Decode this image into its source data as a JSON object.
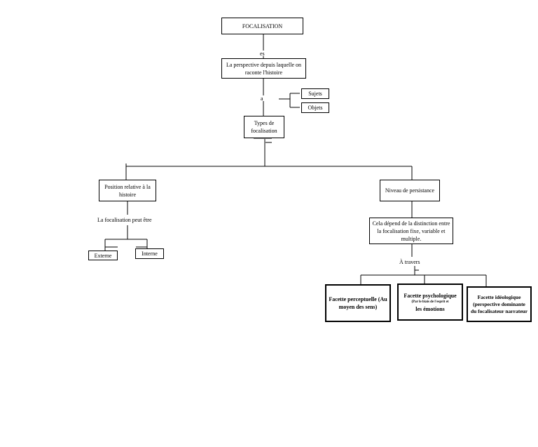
{
  "diagram": {
    "root": "FOCALISATION",
    "edge_es": "es",
    "definition": "La perspective depuis laquelle on raconte l'histoire",
    "edge_a": "a",
    "sujets": "Sujets",
    "objets": "Objets",
    "types": "Types de focalisation",
    "position": "Position relative à la histoire",
    "position_edge": "La focalisation peut être",
    "externe": "Externe",
    "interne": "Interne",
    "niveau": "Niveau de persistance",
    "distinction": "Cela dépend de la distinction entre la focalisation fixe, variable et multiple.",
    "a_travers": "À travers",
    "perceptuelle": "Facette perceptuelle (Au moyen des sens)",
    "psychologique_title": "Facette psychologique",
    "psychologique_sub": "(Par le biais de l'esprit et",
    "psychologique_end": "les émotions",
    "ideologique": "Facette idéologique (perspective dominante du focalisateur narrateur"
  }
}
